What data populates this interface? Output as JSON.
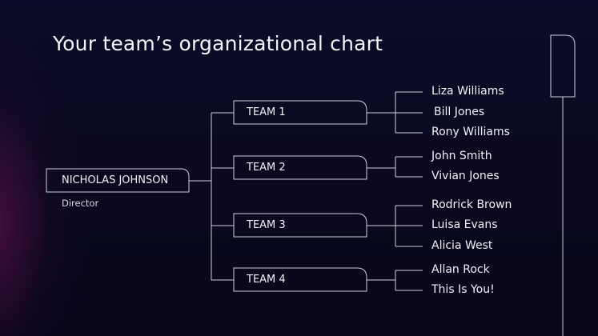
{
  "title": "Your team’s organizational chart",
  "director": {
    "name": "NICHOLAS JOHNSON",
    "role": "Director"
  },
  "teams": [
    {
      "label": "TEAM 1",
      "members": [
        "Liza Williams",
        "Bill Jones",
        "Rony Williams"
      ]
    },
    {
      "label": "TEAM 2",
      "members": [
        "John Smith",
        "Vivian Jones"
      ]
    },
    {
      "label": "TEAM 3",
      "members": [
        "Rodrick Brown",
        "Luisa Evans",
        "Alicia West"
      ]
    },
    {
      "label": "TEAM 4",
      "members": [
        "Allan Rock",
        "This Is You!"
      ]
    }
  ],
  "colors": {
    "line": "#d0d0dc",
    "text": "#f2f2f6",
    "accent_glow": "#781a5a"
  }
}
